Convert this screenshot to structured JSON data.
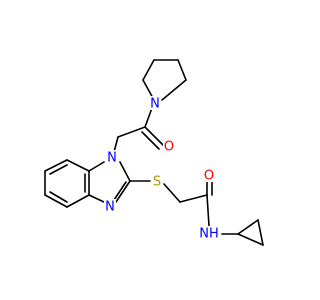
{
  "atoms": {
    "n_pyrrolidine": "N",
    "o_ketone": "O",
    "n_benzimidazole_1": "N",
    "n_benzimidazole_3": "N",
    "s_thioether": "S",
    "o_amide": "O",
    "nh_amide": "NH"
  },
  "colors": {
    "nitrogen": "#0000ff",
    "oxygen": "#ff0000",
    "sulfur": "#b39b00",
    "bond": "#000000",
    "background": "#ffffff"
  }
}
